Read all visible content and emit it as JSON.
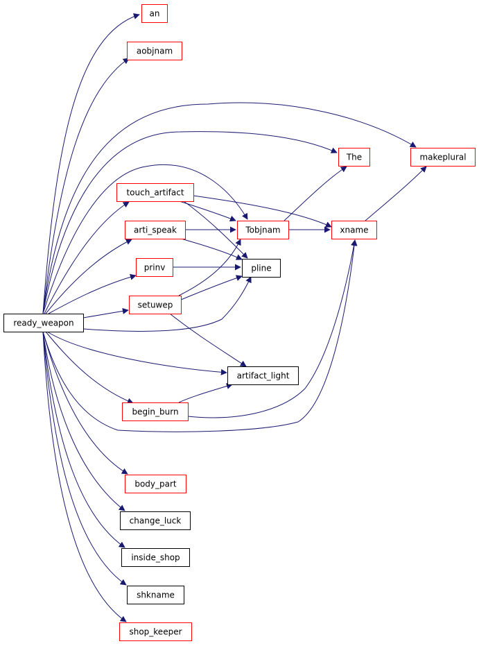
{
  "colors": {
    "edge": "#191970",
    "root_fill": "#bfbfbf",
    "documented_border": "#ff0000",
    "undocumented_border": "#000000"
  },
  "nodes": [
    {
      "id": "ready_weapon",
      "label": "ready_weapon",
      "style": "root"
    },
    {
      "id": "an",
      "label": "an",
      "style": "red"
    },
    {
      "id": "aobjnam",
      "label": "aobjnam",
      "style": "red"
    },
    {
      "id": "makeplural",
      "label": "makeplural",
      "style": "red"
    },
    {
      "id": "The",
      "label": "The",
      "style": "red"
    },
    {
      "id": "touch_artifact",
      "label": "touch_artifact",
      "style": "red"
    },
    {
      "id": "arti_speak",
      "label": "arti_speak",
      "style": "red"
    },
    {
      "id": "Tobjnam",
      "label": "Tobjnam",
      "style": "red"
    },
    {
      "id": "xname",
      "label": "xname",
      "style": "red"
    },
    {
      "id": "prinv",
      "label": "prinv",
      "style": "red"
    },
    {
      "id": "pline",
      "label": "pline",
      "style": "black"
    },
    {
      "id": "setuwep",
      "label": "setuwep",
      "style": "red"
    },
    {
      "id": "artifact_light",
      "label": "artifact_light",
      "style": "black"
    },
    {
      "id": "begin_burn",
      "label": "begin_burn",
      "style": "red"
    },
    {
      "id": "body_part",
      "label": "body_part",
      "style": "red"
    },
    {
      "id": "change_luck",
      "label": "change_luck",
      "style": "black"
    },
    {
      "id": "inside_shop",
      "label": "inside_shop",
      "style": "black"
    },
    {
      "id": "shkname",
      "label": "shkname",
      "style": "black"
    },
    {
      "id": "shop_keeper",
      "label": "shop_keeper",
      "style": "red"
    }
  ],
  "edges": [
    {
      "from": "ready_weapon",
      "to": "an"
    },
    {
      "from": "ready_weapon",
      "to": "aobjnam"
    },
    {
      "from": "ready_weapon",
      "to": "makeplural"
    },
    {
      "from": "ready_weapon",
      "to": "The"
    },
    {
      "from": "ready_weapon",
      "to": "Tobjnam"
    },
    {
      "from": "ready_weapon",
      "to": "touch_artifact"
    },
    {
      "from": "ready_weapon",
      "to": "arti_speak"
    },
    {
      "from": "ready_weapon",
      "to": "prinv"
    },
    {
      "from": "ready_weapon",
      "to": "setuwep"
    },
    {
      "from": "ready_weapon",
      "to": "pline"
    },
    {
      "from": "ready_weapon",
      "to": "artifact_light"
    },
    {
      "from": "ready_weapon",
      "to": "begin_burn"
    },
    {
      "from": "ready_weapon",
      "to": "xname"
    },
    {
      "from": "ready_weapon",
      "to": "body_part"
    },
    {
      "from": "ready_weapon",
      "to": "change_luck"
    },
    {
      "from": "ready_weapon",
      "to": "inside_shop"
    },
    {
      "from": "ready_weapon",
      "to": "shkname"
    },
    {
      "from": "ready_weapon",
      "to": "shop_keeper"
    },
    {
      "from": "touch_artifact",
      "to": "Tobjnam"
    },
    {
      "from": "touch_artifact",
      "to": "xname"
    },
    {
      "from": "touch_artifact",
      "to": "pline"
    },
    {
      "from": "arti_speak",
      "to": "Tobjnam"
    },
    {
      "from": "arti_speak",
      "to": "pline"
    },
    {
      "from": "Tobjnam",
      "to": "The"
    },
    {
      "from": "Tobjnam",
      "to": "xname"
    },
    {
      "from": "xname",
      "to": "makeplural"
    },
    {
      "from": "prinv",
      "to": "pline"
    },
    {
      "from": "setuwep",
      "to": "Tobjnam"
    },
    {
      "from": "setuwep",
      "to": "pline"
    },
    {
      "from": "setuwep",
      "to": "artifact_light"
    },
    {
      "from": "begin_burn",
      "to": "artifact_light"
    },
    {
      "from": "begin_burn",
      "to": "xname"
    }
  ]
}
